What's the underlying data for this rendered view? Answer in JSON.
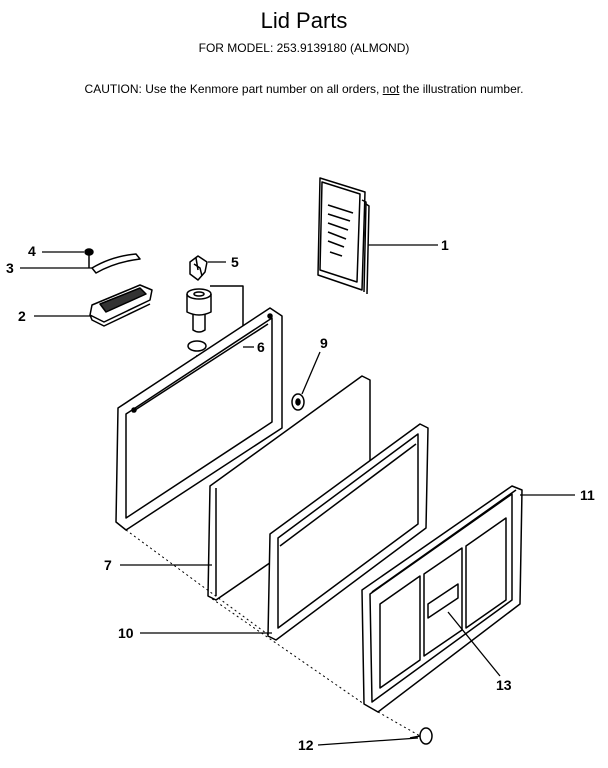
{
  "header": {
    "title": "Lid Parts",
    "model": "FOR MODEL:  253.9139180 (ALMOND)",
    "caution_pre": "CAUTION:  Use the Kenmore part number on all orders, ",
    "caution_not": "not",
    "caution_post": " the illustration number."
  },
  "callouts": [
    "1",
    "2",
    "3",
    "4",
    "5",
    "6",
    "7",
    "9",
    "10",
    "11",
    "12",
    "13"
  ]
}
